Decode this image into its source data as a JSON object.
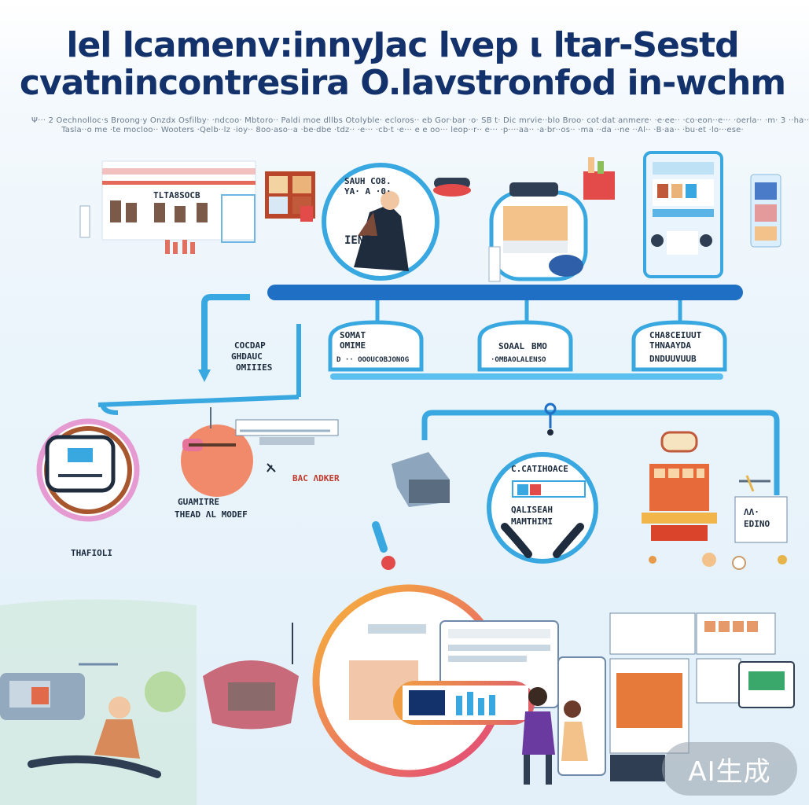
{
  "header": {
    "title_line1": "lel lcamenv:innyJac lvep ι ltar-Sestd",
    "title_line2": "cvatnincontresira O.lavstronfod in-wchm",
    "subtitle_line1": "Ψ··· 2 Oechnolloc·s Broong·y Onzdx Osfilby· ·ndcoo· Mbtoro·· Paldi  moe dllbs Otolyble· ecloros·· eb Gor·bar ·o· SB t·  Dic mrvie··blo Broo·  cot·dat  anmere·  ·e·ee·· ·co·eon··e··· ·oerla·· ·m· 3 ··ha··",
    "subtitle_line2": "Tasla··o me ·te mocloo·· Wooters ·Qelb··lz ·ioy·· 8oo·aso··a ·be·dbe ·tdz··  ·e··· ·cb·t ·e··· e e oo··· leop··r·· e··· ·p····aa·· ·a·br··os··  ·ma  ··da ··ne  ··Al·· ·B·aa··  ·bu·et  ·lo···ese·"
  },
  "nodes": {
    "n1": "TLTA8SOCB",
    "n2_top": "SAUH CO8.",
    "n2_sub": "YA· A ·0·",
    "n2_bottom": "IENI ·",
    "c1_a": "SOMAT",
    "c1_b": "OMIME",
    "c1_c": "D ·· OOOUCOBJONOG",
    "c2_a": "SOAAL",
    "c2_b": "BMO",
    "c2_c": "·OMBAOLALENSO",
    "c3_a": "CHA8CEIUUT",
    "c3_b": "THNAAYDA",
    "c3_c": "DNDUUVUUB",
    "left_a": "COCDAP",
    "left_b": "GHDAUC",
    "left_c": "OMIIIES",
    "mid_red": "BAC ΛDKER",
    "mid_a": "GUAMITRE",
    "mid_b": "THEAD ΛL MODEF",
    "far_left": "THAFIOLI",
    "screen_a": "C.CATIHOACE",
    "screen_b": "QALISEAH",
    "screen_c": "MAMTHIMI",
    "right_a": "ΛΛ·",
    "right_b": "EDINO"
  },
  "watermark": "AI生成",
  "colors": {
    "title": "#13316b",
    "connector": "#3aa8e0",
    "connector_dark": "#1f6fc4",
    "accent_red": "#c0392b",
    "ring_orange": "#f29b38",
    "ring_pink": "#e2467a"
  }
}
